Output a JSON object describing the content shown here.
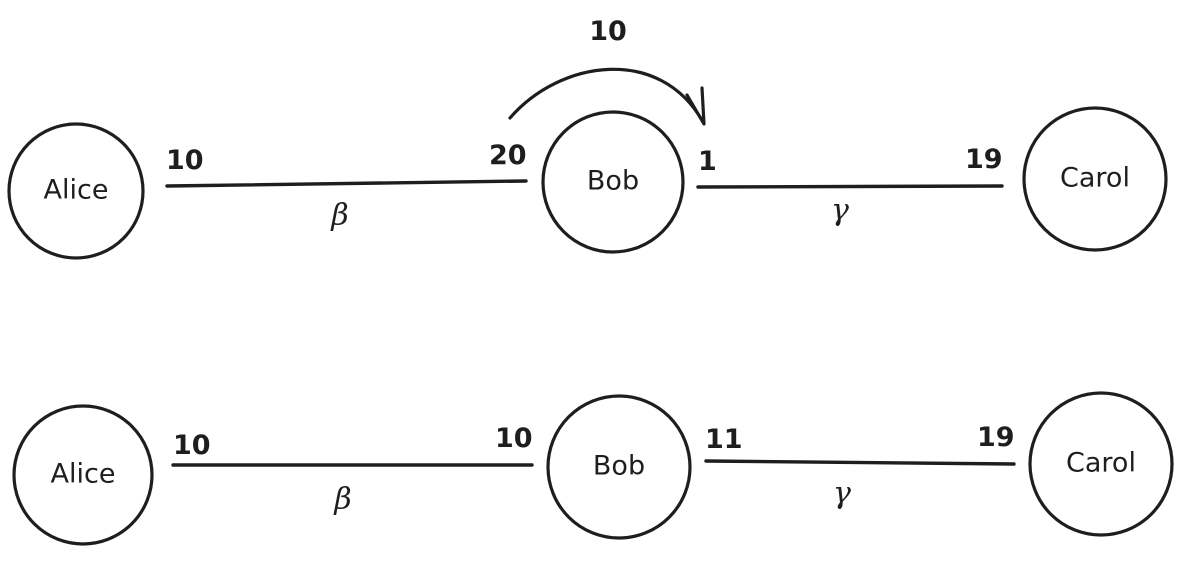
{
  "top": {
    "nodes": {
      "alice": "Alice",
      "bob": "Bob",
      "carol": "Carol"
    },
    "edge_ab": {
      "left_balance": "10",
      "right_balance": "20",
      "channel": "β"
    },
    "edge_bc": {
      "left_balance": "1",
      "right_balance": "19",
      "channel": "γ"
    },
    "transfer": {
      "amount": "10"
    }
  },
  "bottom": {
    "nodes": {
      "alice": "Alice",
      "bob": "Bob",
      "carol": "Carol"
    },
    "edge_ab": {
      "left_balance": "10",
      "right_balance": "10",
      "channel": "β"
    },
    "edge_bc": {
      "left_balance": "11",
      "right_balance": "19",
      "channel": "γ"
    }
  }
}
